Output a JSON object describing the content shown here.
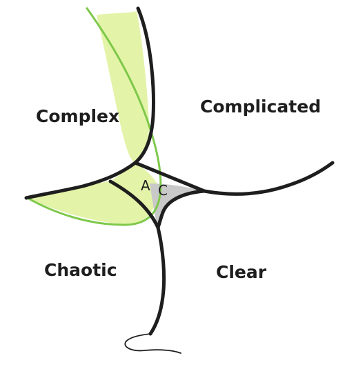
{
  "diagram": {
    "domains": {
      "complex": "Complex",
      "complicated": "Complicated",
      "chaotic": "Chaotic",
      "clear": "Clear"
    },
    "center_labels": {
      "a": "A",
      "c": "C"
    },
    "colors": {
      "highlight_fill": "#e3f3a8",
      "highlight_outline": "#7ec84a",
      "center_fill": "#c9c9c9",
      "line": "#1e1e1e"
    }
  }
}
